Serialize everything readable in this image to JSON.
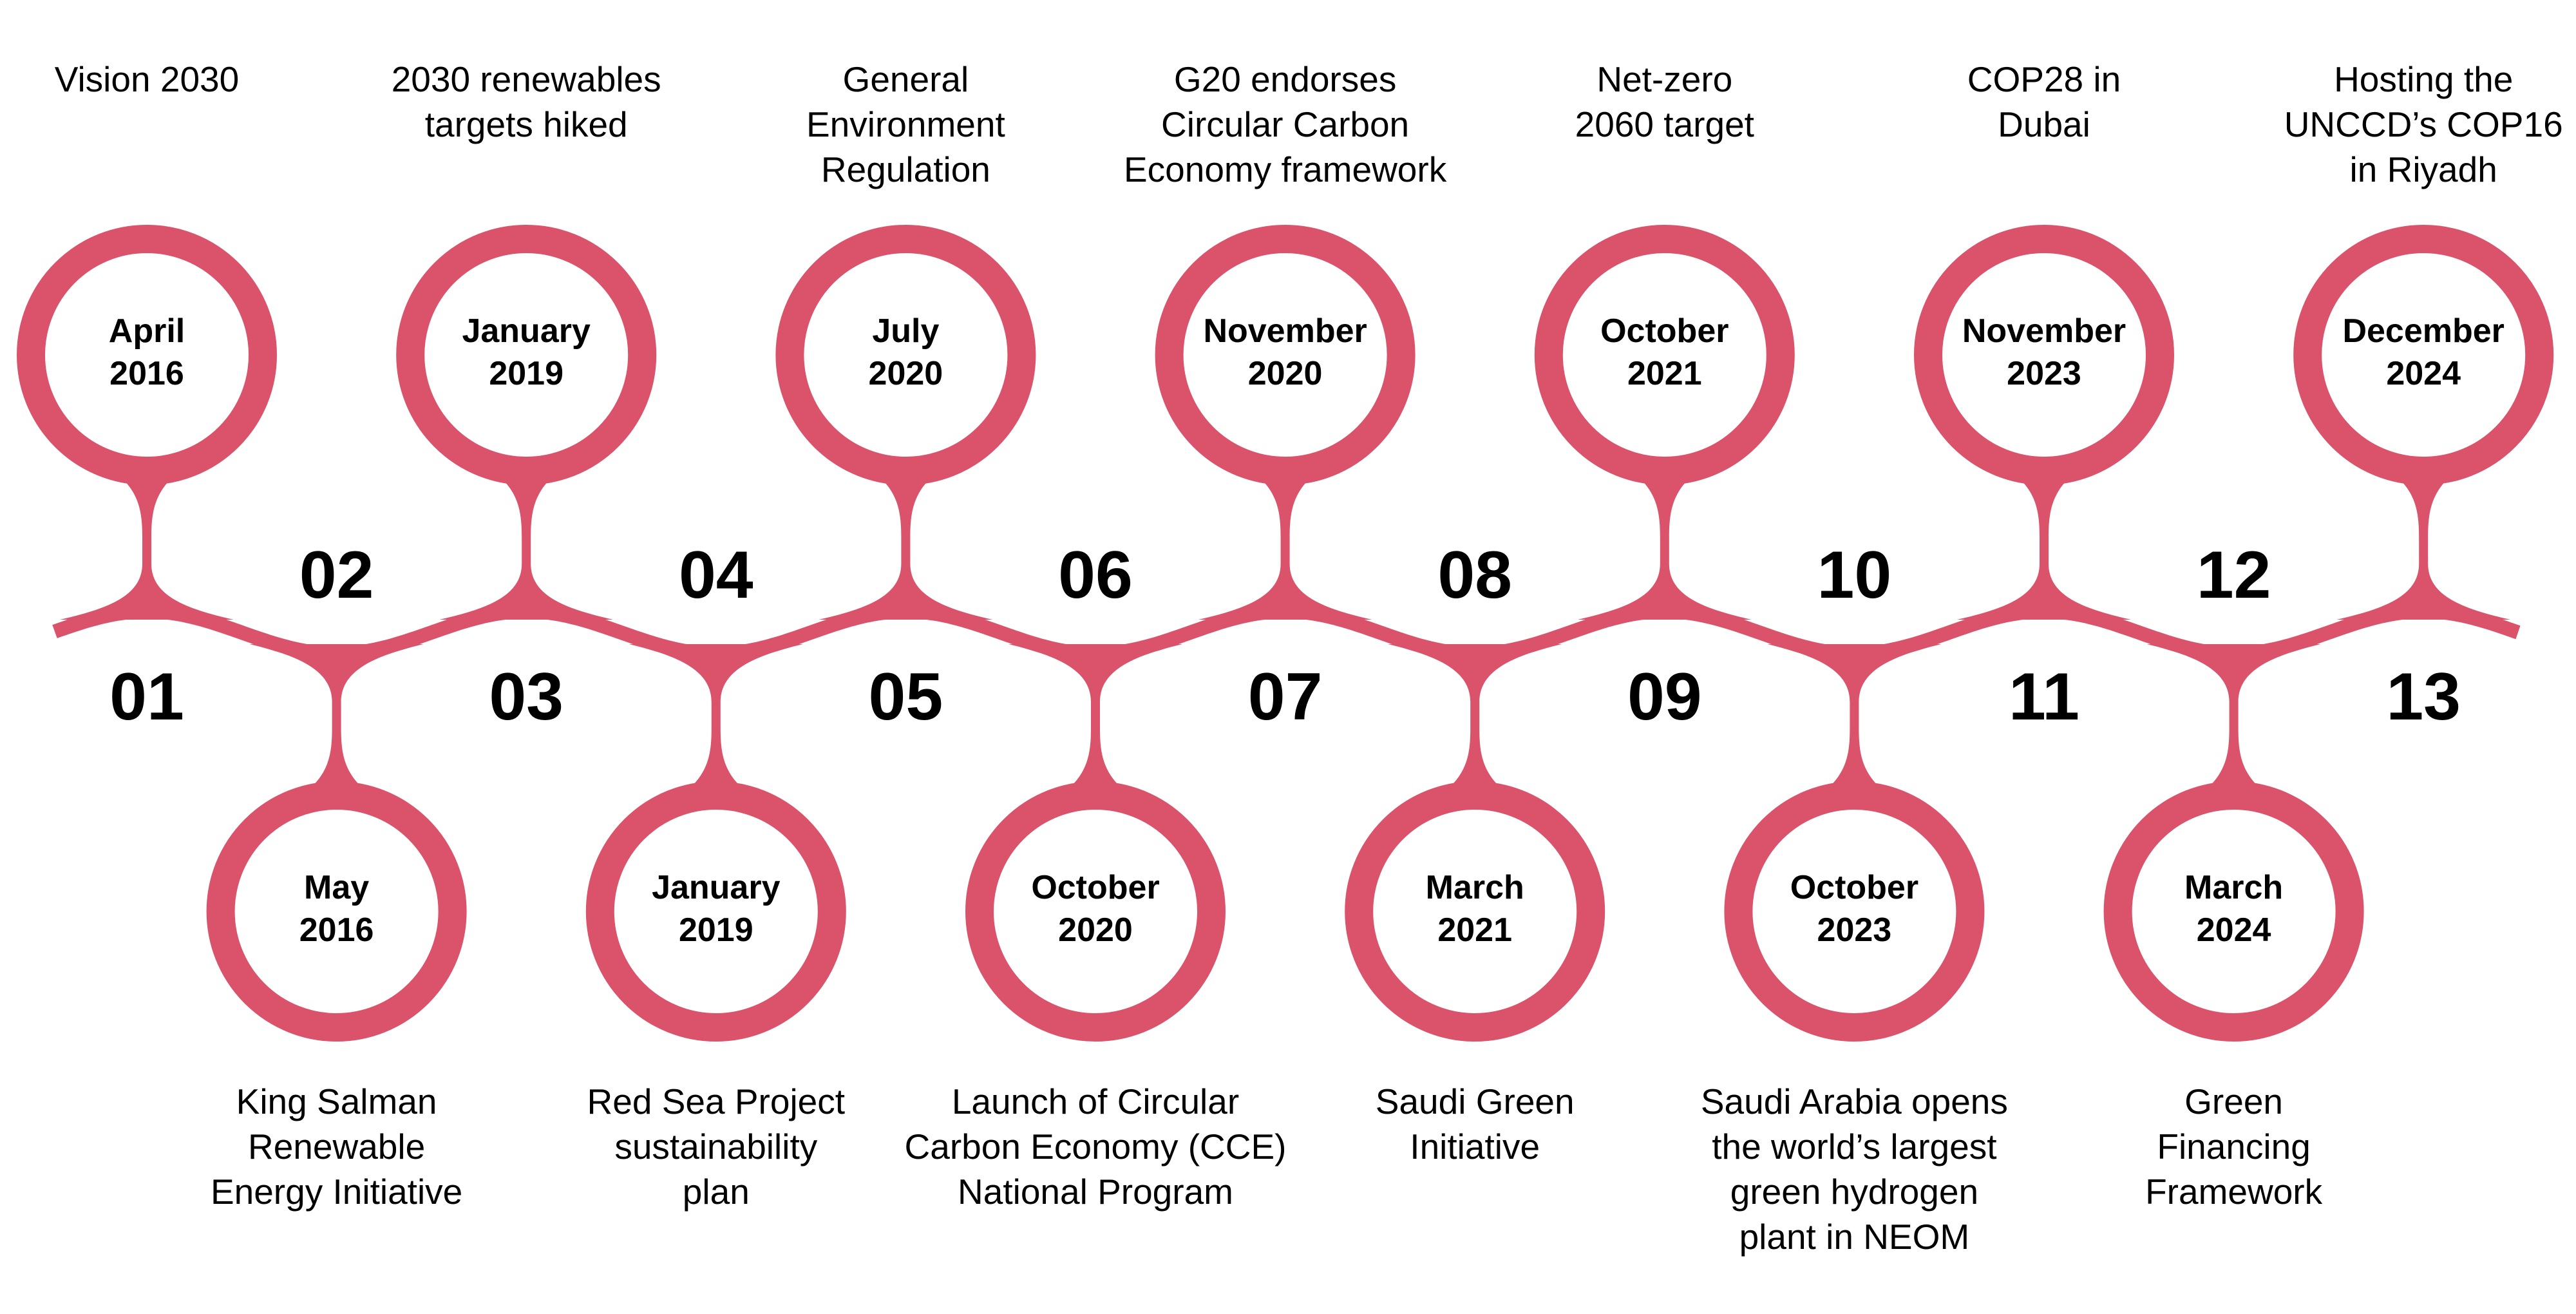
{
  "colors": {
    "accent": "#DB536B",
    "text": "#000000"
  },
  "milestones": [
    {
      "number": "01",
      "date": "April\n2016",
      "description": "Vision 2030",
      "side": "top"
    },
    {
      "number": "02",
      "date": "May\n2016",
      "description": "King Salman\nRenewable\nEnergy Initiative",
      "side": "bottom"
    },
    {
      "number": "03",
      "date": "January\n2019",
      "description": "2030 renewables\ntargets hiked",
      "side": "top"
    },
    {
      "number": "04",
      "date": "January\n2019",
      "description": "Red Sea Project\nsustainability\nplan",
      "side": "bottom"
    },
    {
      "number": "05",
      "date": "July\n2020",
      "description": "General\nEnvironment\nRegulation",
      "side": "top"
    },
    {
      "number": "06",
      "date": "October\n2020",
      "description": "Launch of Circular\nCarbon Economy (CCE)\nNational Program",
      "side": "bottom"
    },
    {
      "number": "07",
      "date": "November\n2020",
      "description": "G20 endorses\nCircular Carbon\nEconomy framework",
      "side": "top"
    },
    {
      "number": "08",
      "date": "March\n2021",
      "description": "Saudi Green\nInitiative",
      "side": "bottom"
    },
    {
      "number": "09",
      "date": "October\n2021",
      "description": "Net-zero\n2060 target",
      "side": "top"
    },
    {
      "number": "10",
      "date": "October\n2023",
      "description": "Saudi Arabia opens\nthe world’s largest\ngreen hydrogen\nplant in NEOM",
      "side": "bottom"
    },
    {
      "number": "11",
      "date": "November\n2023",
      "description": "COP28 in\nDubai",
      "side": "top"
    },
    {
      "number": "12",
      "date": "March\n2024",
      "description": "Green\nFinancing\nFramework",
      "side": "bottom"
    },
    {
      "number": "13",
      "date": "December\n2024",
      "description": "Hosting the\nUNCCD’s COP16\nin Riyadh",
      "side": "top"
    }
  ]
}
